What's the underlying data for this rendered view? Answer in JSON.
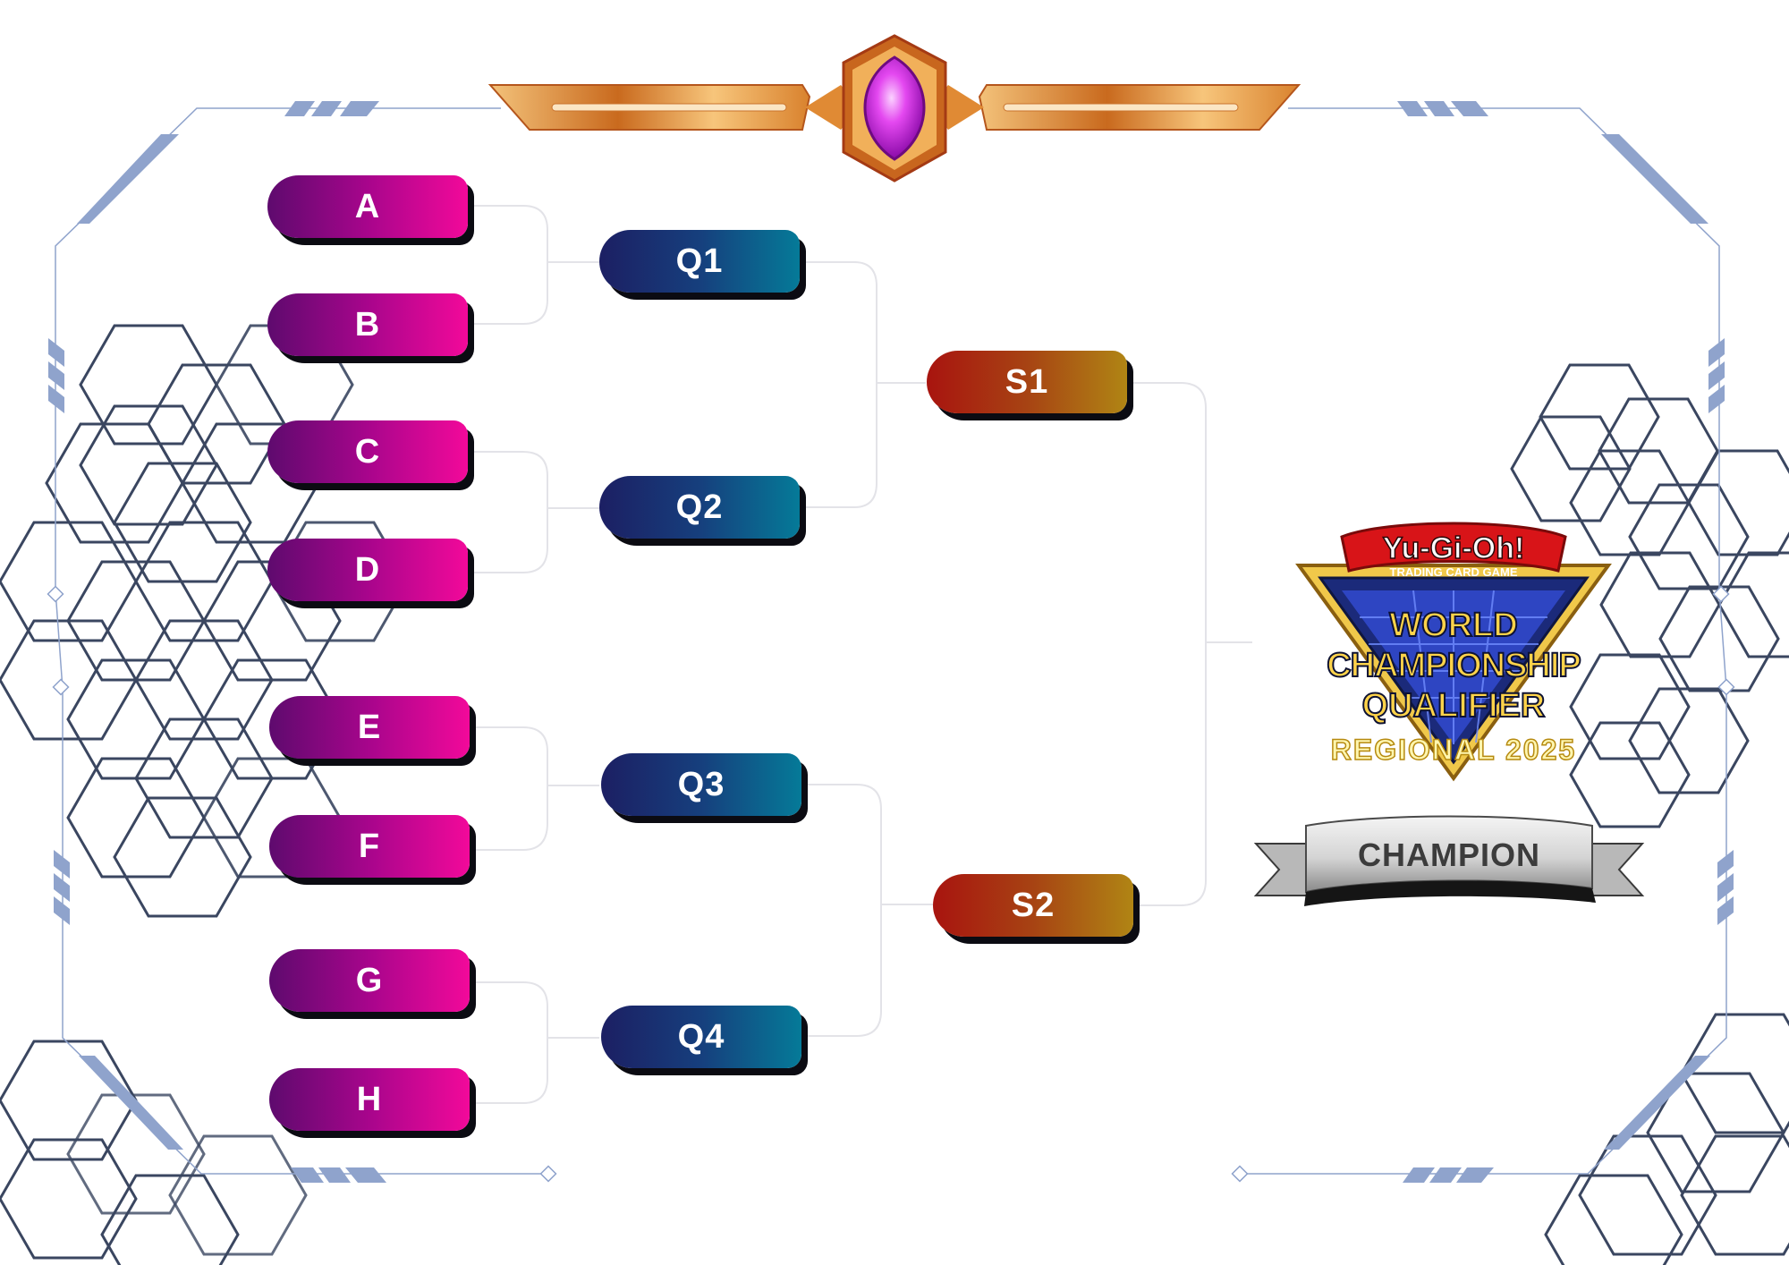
{
  "bracket": {
    "round1": [
      "A",
      "B",
      "C",
      "D",
      "E",
      "F",
      "G",
      "H"
    ],
    "quarterfinals": [
      "Q1",
      "Q2",
      "Q3",
      "Q4"
    ],
    "semifinals": [
      "S1",
      "S2"
    ]
  },
  "logo": {
    "brand": "Yu-Gi-Oh!",
    "tagline": "TRADING CARD GAME",
    "line1": "WORLD",
    "line2": "CHAMPIONSHIP",
    "line3": "QUALIFIER",
    "line4": "REGIONAL 2025"
  },
  "champion_banner": {
    "label": "CHAMPION"
  },
  "colors": {
    "entry_gradient": [
      "#5e0a6e",
      "#f2099a"
    ],
    "quarter_gradient": [
      "#1c1f63",
      "#057a98"
    ],
    "semi_gradient": [
      "#a8140f",
      "#b08514"
    ],
    "frame_accent": "#8fa3cc",
    "hex_stroke": "#3a4660",
    "crest_gold": "#e8a24a",
    "crest_gem": "#d316d6"
  },
  "icons": [
    "crest-gem-icon",
    "hexagon-pattern",
    "champion-ribbon-icon"
  ]
}
